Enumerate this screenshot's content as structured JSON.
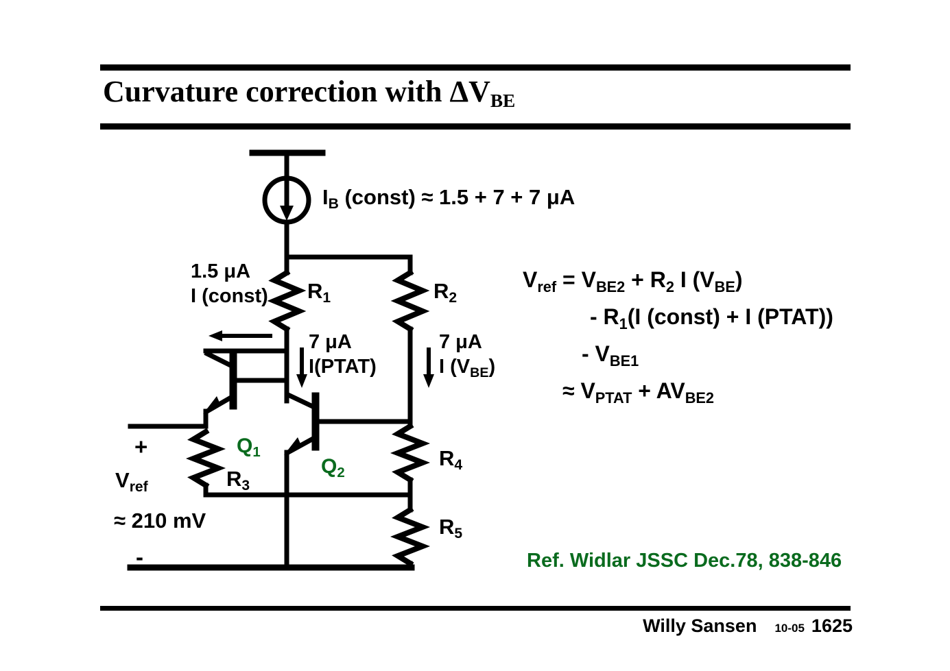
{
  "slide": {
    "title_main": "Curvature correction with ",
    "title_delta": "ΔV",
    "title_sub": "BE"
  },
  "circuit": {
    "source_label_main": "I",
    "source_label_sub": "B",
    "source_label_rest": " (const)  ≈ 1.5 + 7 + 7 μA",
    "i_const_current": "1.5 μA",
    "i_const_name": "I (const)",
    "r1": "R",
    "r1_sub": "1",
    "r2": "R",
    "r2_sub": "2",
    "r3": "R",
    "r3_sub": "3",
    "r4": "R",
    "r4_sub": "4",
    "r5": "R",
    "r5_sub": "5",
    "iptat_current": "7 μA",
    "iptat_name": "I(PTAT)",
    "ivbe_current": "7 μA",
    "ivbe_name": "I (V",
    "ivbe_name_sub": "BE",
    "ivbe_name_end": ")",
    "q1": "Q",
    "q1_sub": "1",
    "q2": "Q",
    "q2_sub": "2",
    "plus_sign": "+",
    "minus_sign": "-",
    "vref_name": "V",
    "vref_name_sub": "ref",
    "vref_value": "≈ 210 mV",
    "colors": {
      "wire": "#000000",
      "device_label": "#0a6b1e",
      "reference": "#0a6b1e",
      "text": "#000000"
    }
  },
  "equations": [
    {
      "id": "eq-1",
      "parts": [
        {
          "t": "V",
          "sub": false
        },
        {
          "t": "ref",
          "sub": true
        },
        {
          "t": " = V",
          "sub": false
        },
        {
          "t": "BE2",
          "sub": true
        },
        {
          "t": " + R",
          "sub": false
        },
        {
          "t": "2",
          "sub": true
        },
        {
          "t": " I (V",
          "sub": false
        },
        {
          "t": "BE",
          "sub": true
        },
        {
          "t": ")",
          "sub": false
        }
      ]
    },
    {
      "id": "eq-2",
      "parts": [
        {
          "t": "- R",
          "sub": false
        },
        {
          "t": "1",
          "sub": true
        },
        {
          "t": "(I (const) + I (PTAT))",
          "sub": false
        }
      ]
    },
    {
      "id": "eq-3",
      "parts": [
        {
          "t": "- V",
          "sub": false
        },
        {
          "t": "BE1",
          "sub": true
        }
      ]
    },
    {
      "id": "eq-4",
      "parts": [
        {
          "t": "≈ V",
          "sub": false
        },
        {
          "t": "PTAT",
          "sub": true
        },
        {
          "t": " + AV",
          "sub": false
        },
        {
          "t": "BE2",
          "sub": true
        }
      ]
    }
  ],
  "reference": "Ref. Widlar JSSC Dec.78, 838-846",
  "footer": {
    "author": "Willy Sansen",
    "date": "10-05",
    "number": "1625"
  }
}
